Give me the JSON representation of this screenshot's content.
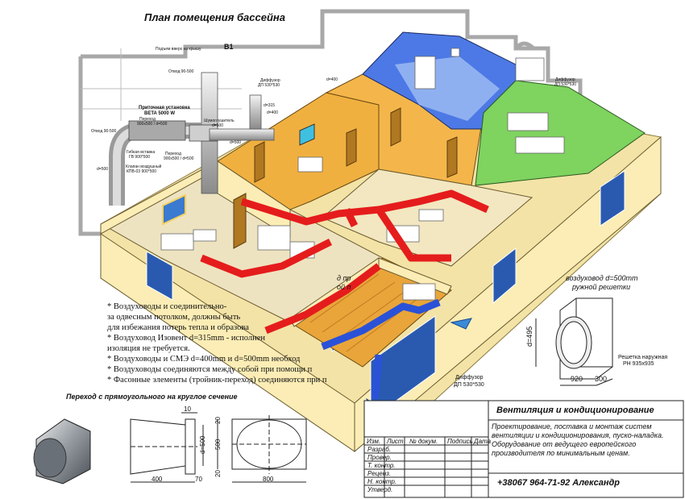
{
  "title": "План помещения бассейна",
  "duct_labels": {
    "b1": "В1",
    "lift": "Подъем вверх на крышу",
    "bend_top": "Отвод 90-500",
    "unit_name": "Приточная установка",
    "unit_model": "BETA 5000 W",
    "adapter": "Переход",
    "adapter_dims": "900х500 / d=500",
    "bend_left": "Отвод 90-500",
    "flex_insert": "Гибкая вставка",
    "flex_insert_size": "ГВ 900*500",
    "air_valve": "Клапан воздушный",
    "air_valve_size": "КПВ-03 900*500",
    "adapter2": "Переход",
    "adapter2_dims": "900х500 / d=500",
    "silencer": "Шумоглушитель",
    "silencer_size": "d=500",
    "d500_left": "d=500",
    "d500_mid": "d=500",
    "d315": "d=315",
    "d400": "d=400",
    "diffuser_top": "Диффузор",
    "diffuser_top_size": "ДП 530*530",
    "diffuser_right": "Диффузор",
    "diffuser_right_size": "ДП 530*530",
    "diffuser_mid": "d=400"
  },
  "room_callout_line1": "воздуховод d=500mm",
  "room_callout_line2": "ружной решетки",
  "room_callout_left": "д пр",
  "room_callout_left2": "ой п",
  "notes": [
    "* Воздуховоды и соединительно-",
    "за одвесным потолком, должны быть",
    "для избежания потерь тепла и образова",
    "* Воздуховод Изовент d=315mm - исполнен",
    "изоляция не требуется.",
    "* Воздуховоды и СМЭ d=400mm и d=500mm необход",
    "* Воздуховоды соединяются между собой при помощи п",
    "* Фасонные элементы (тройник-переход) соединяются при п"
  ],
  "grille": {
    "label_line1": "Решетка наружная",
    "label_line2": "РН 935х935",
    "dim_height": "d=495",
    "dim_width": "920",
    "dim_depth": "300"
  },
  "diffuser_bottom": {
    "line1": "Диффузор",
    "line2": "ДП 530*530"
  },
  "transition": {
    "heading": "Переход с прямоугольного на круглое сечение",
    "dim_10": "10",
    "dim_d500": "d=500",
    "dim_400": "400",
    "dim_70": "70",
    "dim_20_top": "20",
    "dim_500": "500",
    "dim_800": "800",
    "dim_20_bottom": "20"
  },
  "stamp": {
    "title": "Вентиляция и кондиционирование",
    "description": "Проектирование, поставка и монтаж систем вентиляции и кондиционирования, пуско-наладка. Оборудование от ведущего европейского производителя по минимальным ценам.",
    "phone": "+38067 964-71-92 Александр",
    "columns": [
      "Изм.",
      "Лист",
      "№ докум.",
      "Подпись",
      "Дата"
    ],
    "rows": [
      "Разраб.",
      "Провер.",
      "Т. контр.",
      "Реценз.",
      "Н. контр.",
      "Утверд."
    ]
  },
  "colors": {
    "floor_outer": "#f3e3a6",
    "wall_yellow": "#fbedb5",
    "room_orange": "#f0b040",
    "room_green": "#7fd35f",
    "room_blue": "#4d79e6",
    "room_cream": "#f2e7c0",
    "duct_red": "#e51c1c",
    "duct_blue": "#2a52d8",
    "outline_gray": "#9a9a9a"
  }
}
